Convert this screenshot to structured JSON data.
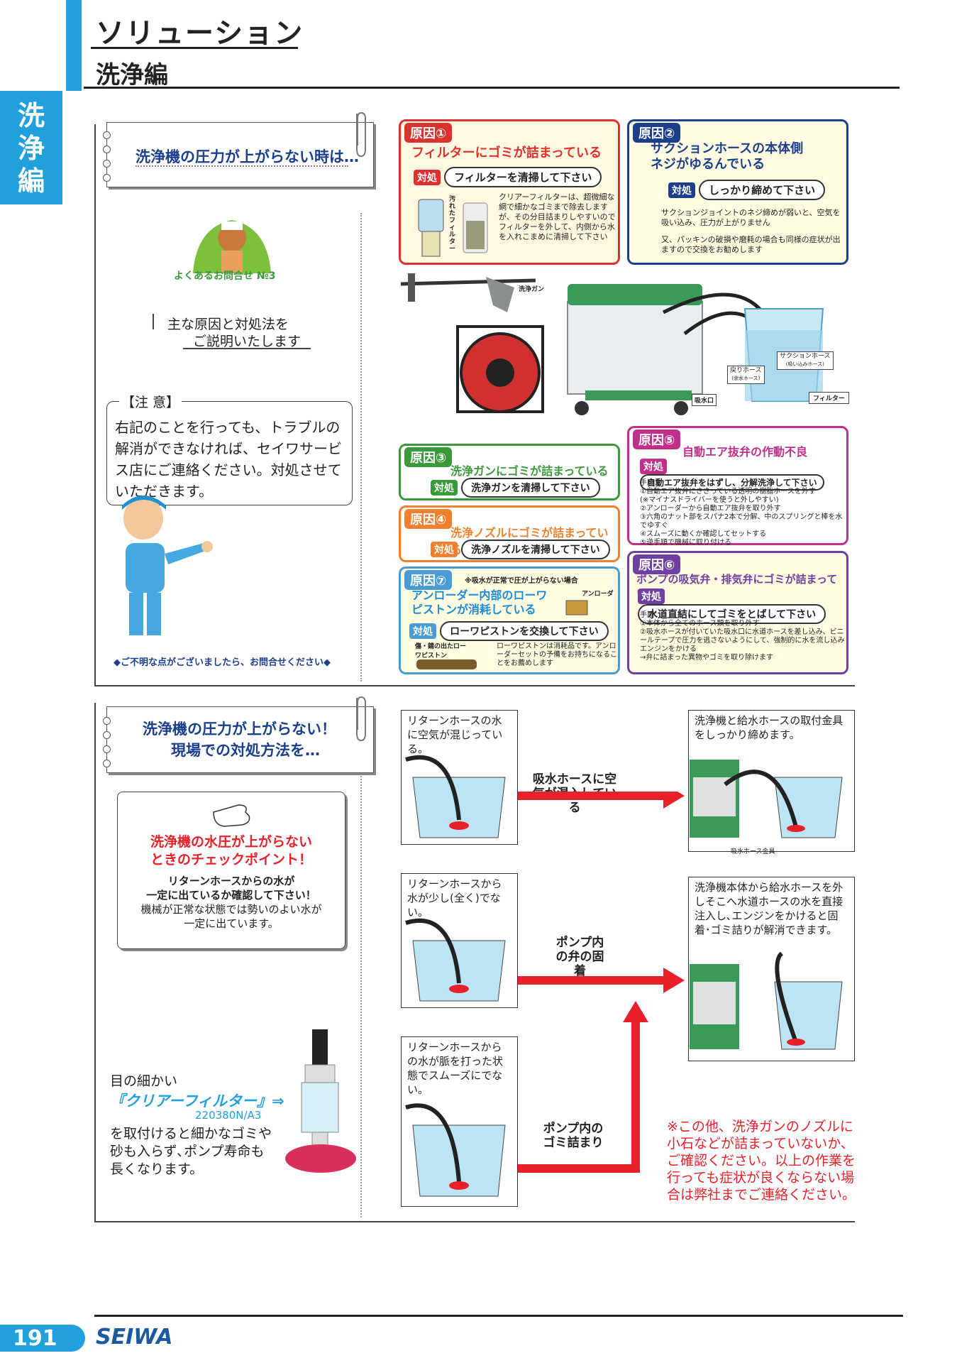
{
  "header": {
    "title": "ソリューション",
    "subtitle": "洗浄編",
    "side_tab": "洗浄編"
  },
  "section1": {
    "note_title": "洗浄機の圧力が上がらない時は…",
    "faq_label": "よくあるお問合せ №3",
    "intro": [
      "主な原因と対処法を",
      "ご説明いたします"
    ],
    "caution_label": "【注 意】",
    "caution_text": "右記のことを行っても、トラブルの解消ができなければ、セイワサービス店にご連絡ください。対処させていただきます。",
    "footer_note": "◆ご不明な点がございましたら、お問合せください◆",
    "labels": {
      "gun": "洗浄ガン",
      "return_hose": "戻りホース",
      "return_hose_sub": "(余水ホース)",
      "suction_hose": "サクションホース",
      "suction_hose_sub": "(吸い込みホース)",
      "intake": "吸水口",
      "filter": "フィルター"
    },
    "causes": [
      {
        "label": "原因①",
        "title": "フィルターにゴミが詰まっている",
        "taisho": "対処",
        "action": "フィルターを清掃して下さい",
        "side": "汚れたフィルター",
        "text": "クリアーフィルターは、超微細な網で細かなゴミまで除去しますが、その分目詰まりしやすいので フィルターを外して、内側から水を入れこまめに清掃して下さい"
      },
      {
        "label": "原因②",
        "title": "サクションホースの本体側ネジがゆるんでいる",
        "taisho": "対処",
        "action": "しっかり締めて下さい",
        "text1": "サクションジョイントのネジ締めが弱いと、空気を吸い込み、圧力が上がりません",
        "text2": "又、パッキンの破損や磨耗の場合も同様の症状が出ますので交換をお勧めします"
      },
      {
        "label": "原因③",
        "title": "洗浄ガンにゴミが詰まっている",
        "taisho": "対処",
        "action": "洗浄ガンを清掃して下さい"
      },
      {
        "label": "原因④",
        "title": "洗浄ノズルにゴミが詰まっている",
        "taisho": "対処",
        "action": "洗浄ノズルを清掃して下さい"
      },
      {
        "label": "原因⑤",
        "title": "自動エア抜弁の作動不良",
        "taisho": "対処",
        "action": "自動エア抜弁をはずし、分解洗浄して下さい",
        "steps": [
          "手順：",
          "①自動エア抜弁にささっている透明の樹脂ホースを外す",
          "(※マイナスドライバーを使うと外しやすい)",
          "②アンローダーから自動エア抜弁を取り外す",
          "③六角のナット部をスパナ2本で分解、中のスプリングと棒を水でゆすぐ",
          "④スムーズに動くか確認してセットする",
          "⑤逆手順で機械に取り付ける"
        ]
      },
      {
        "label": "原因⑥",
        "title": "ポンプの吸気弁・排気弁にゴミが詰まっている",
        "taisho": "対処",
        "action": "水道直結にしてゴミをとばして下さい",
        "steps": [
          "手順：",
          "①本体から全てのホース類を取り外す",
          "②吸水ホースが付いていた吸水口に水道ホースを差し込み、ビニールテープで圧力を逃さないようにして、強制的に水を流し込みエンジンをかける",
          "→弁に詰まった異物やゴミを取り除けます"
        ]
      },
      {
        "label": "原因⑦",
        "note": "※吸水が正常で圧が上がらない場合",
        "title": "アンローダー内部のローワピストンが消耗している",
        "taisho": "対処",
        "action": "ローワピストンを交換して下さい",
        "part": "アンローダー",
        "side": "傷・錆の出たローワピストン",
        "text": "ローワピストンは消耗品です。アンローダーセットの予備をお持ちになることをお薦めします"
      }
    ]
  },
  "section2": {
    "note_title": [
      "洗浄機の圧力が上がらない！",
      "現場での対処方法を…"
    ],
    "check_title": [
      "洗浄機の水圧が上がらない",
      "ときのチェックポイント！"
    ],
    "check_text": [
      "リターンホースからの水が",
      "一定に出ているか確認して下さい！",
      "機械が正常な状態では勢いのよい水が",
      "一定に出ています。"
    ],
    "filter_text": {
      "pre": "目の細かい",
      "name": "『クリアーフィルター』⇒",
      "code": "220380N/A3",
      "post": "を取付けると細かなゴミや砂も入らず､ポンプ寿命も長くなります。"
    },
    "symptoms": [
      "リターンホースの水に空気が混じっている。",
      "リターンホースから水が少し(全く)でない。",
      "リターンホースからの水が脈を打った状態でスムーズにでない。"
    ],
    "causes": [
      "吸水ホースに空気が混入している",
      "ポンプ内の弁の固着",
      "ポンプ内のゴミ詰まり"
    ],
    "fixes": [
      "洗浄機と給水ホースの取付金具をしっかり締めます。",
      "洗浄機本体から給水ホースを外しそこへ水道ホースの水を直接注入し､エンジンをかけると固着･ゴミ詰りが解消できます。"
    ],
    "fitting_label": "吸水ホース金具",
    "warning": "※この他、洗浄ガンのノズルに小石などが詰まっていないか、ご確認ください。以上の作業を行っても症状が良くならない場合は弊社までご連絡ください。"
  },
  "footer": {
    "page": "191",
    "brand": "SEIWA"
  },
  "colors": {
    "cyan": "#20a0dc",
    "red": "#e8202a",
    "navy": "#1c3f8c",
    "orange": "#f08030",
    "green": "#3a9a3a",
    "magenta": "#c0308a",
    "purple": "#7040a0"
  }
}
